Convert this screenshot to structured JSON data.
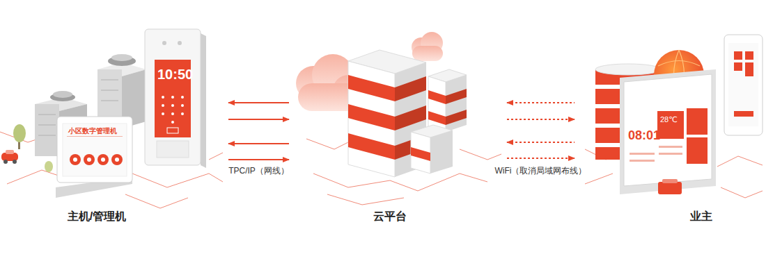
{
  "diagram": {
    "nodes": [
      {
        "text": [
          "主机/管理机"
        ]
      },
      {
        "text": [
          "云平台"
        ]
      },
      {
        "text": [
          "业主"
        ]
      }
    ],
    "edges": [
      {
        "from": 0,
        "to": 1,
        "label": "TPC/IP（网线）",
        "arrow": "both"
      },
      {
        "from": 1,
        "to": 2,
        "label": "WiFi（取消局域网布线）",
        "arrow": "both"
      }
    ],
    "labels": [
      "10:50",
      "小区数字管理机",
      "08:01",
      "28℃"
    ]
  }
}
